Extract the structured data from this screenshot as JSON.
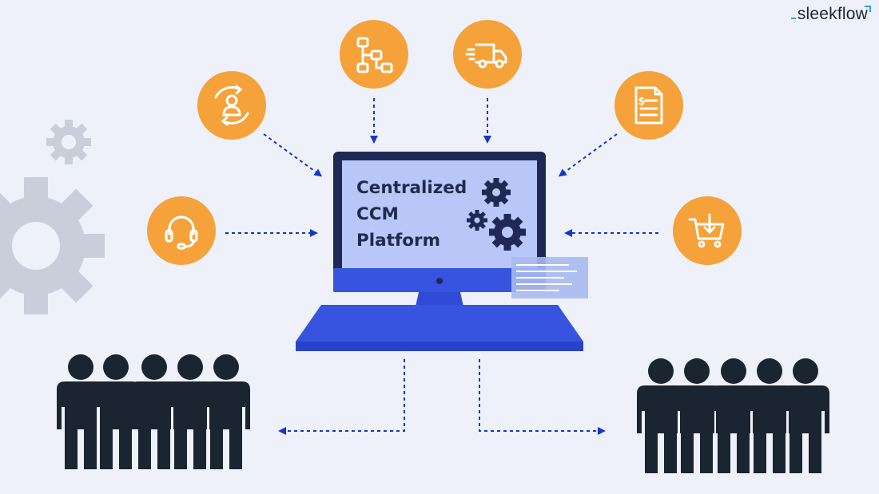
{
  "brand": {
    "logo_text": "sleekflow",
    "accent": "#28a3e6"
  },
  "center": {
    "lines": [
      "Centralized",
      "CCM",
      "Platform"
    ],
    "screen_color": "#b9c7f8",
    "frame_color": "#1e2a55",
    "body_color": "#3654e0"
  },
  "channels": [
    {
      "id": "support",
      "icon": "headset-icon"
    },
    {
      "id": "customer",
      "icon": "customer-cycle-icon"
    },
    {
      "id": "workflow",
      "icon": "flowchart-icon"
    },
    {
      "id": "delivery",
      "icon": "truck-icon"
    },
    {
      "id": "billing",
      "icon": "invoice-icon"
    },
    {
      "id": "purchase",
      "icon": "cart-icon"
    }
  ],
  "groups": [
    {
      "id": "left-team",
      "people": 5
    },
    {
      "id": "right-team",
      "people": 5
    }
  ],
  "colors": {
    "background": "#eef1f9",
    "orange": "#f5a23a",
    "arrow": "#1536c8",
    "people": "#1b2531",
    "gear_light": "#c9ceda"
  }
}
